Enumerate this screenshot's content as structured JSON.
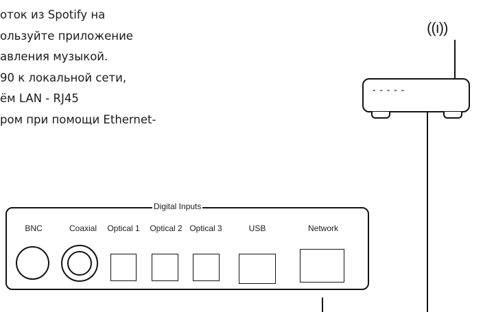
{
  "text": {
    "lines": [
      "оток из Spotify на",
      "ользуйте приложение",
      "авления музыкой.",
      "90 к локальной сети,",
      "ём LAN - RJ45",
      "ром при помощи Ethernet-"
    ]
  },
  "panel": {
    "title": "Digital Inputs",
    "ports": [
      "BNC",
      "Coaxial",
      "Optical 1",
      "Optical 2",
      "Optical 3",
      "USB",
      "Network"
    ]
  },
  "router": {
    "leds": "-----",
    "wifi_icon": "wifi-signal-icon",
    "wifi_symbol": "((ı))"
  },
  "colors": {
    "stroke": "#111111",
    "background": "#ffffff"
  }
}
